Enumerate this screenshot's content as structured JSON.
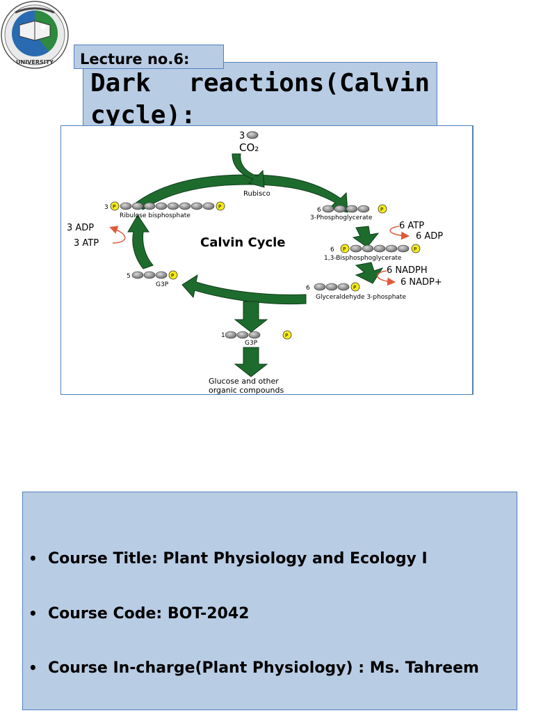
{
  "header": {
    "lecture": "Lecture  no.6:",
    "title": "Dark reactions(Calvin cycle):"
  },
  "diagram": {
    "title": "Calvin Cycle",
    "co2_count": "3",
    "co2": "CO₂",
    "enzyme": "Rubisco",
    "rubp_count": "3",
    "rubp": "Ribulose bisphosphate",
    "pga_count": "6",
    "pga": "3-Phosphoglycerate",
    "atp_in": "6 ATP",
    "adp_out": "6 ADP",
    "bpg_count": "6",
    "bpg": "1,3-Bisphosphoglycerate",
    "nadph_in": "6 NADPH",
    "nadp_out": "6 NADP+",
    "g3p_total_count": "6",
    "g3p_total": "Glyceraldehyde 3-phosphate",
    "g3p_recycled_count": "5",
    "g3p_recycled": "G3P",
    "g3p_output_count": "1",
    "g3p_output": "G3P",
    "adp_regen": "3 ADP",
    "atp_regen": "3 ATP",
    "product_line1": "Glucose and other",
    "product_line2": "organic compounds",
    "phosphate": "P"
  },
  "course": {
    "bullet": "•",
    "items": [
      "Course Title: Plant Physiology and Ecology I",
      "Course Code: BOT-2042",
      "Course In-charge(Plant Physiology) : Ms. Tahreem"
    ]
  },
  "colors": {
    "box_fill": "#b8cce4",
    "box_border": "#4f81bd",
    "arrow_green": "#1e6b2e",
    "phosphate_yellow": "#f6ea1c",
    "small_arrow_red": "#e05a3a"
  },
  "logo": {
    "seal_text": "UNIVERSITY"
  }
}
